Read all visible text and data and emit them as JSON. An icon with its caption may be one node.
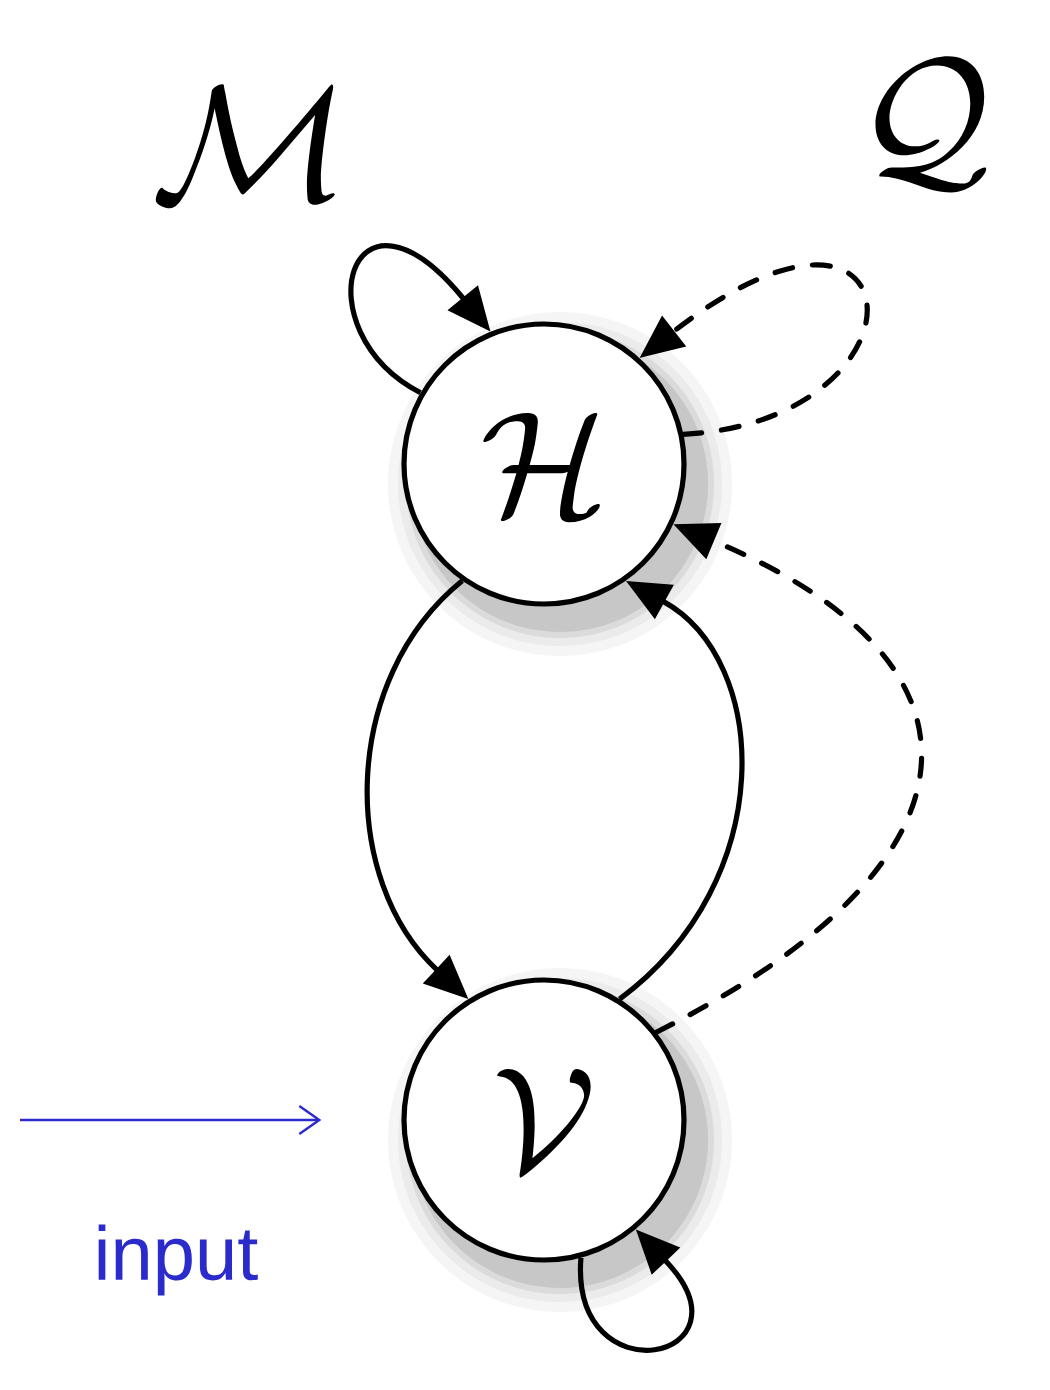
{
  "diagram": {
    "nodes": [
      {
        "text": [
          "\\mathcal{H}"
        ]
      },
      {
        "text": [
          "\\mathcal{V}"
        ]
      }
    ],
    "edges": [
      {
        "from": 0,
        "to": 0,
        "arrow": "to",
        "label": "\\mathcal{M}"
      },
      {
        "from": 0,
        "to": 0,
        "arrow": "to",
        "style": "dashed",
        "label": "\\mathcal{Q}"
      },
      {
        "from": 0,
        "to": 1,
        "arrow": "to"
      },
      {
        "from": 1,
        "to": 0,
        "arrow": "to"
      },
      {
        "from": 1,
        "to": 0,
        "arrow": "to",
        "style": "dashed"
      },
      {
        "from": 1,
        "to": 1,
        "arrow": "to"
      },
      {
        "from": null,
        "to": 1,
        "arrow": "to",
        "color": "#2b2bcc",
        "label": "input"
      }
    ]
  }
}
